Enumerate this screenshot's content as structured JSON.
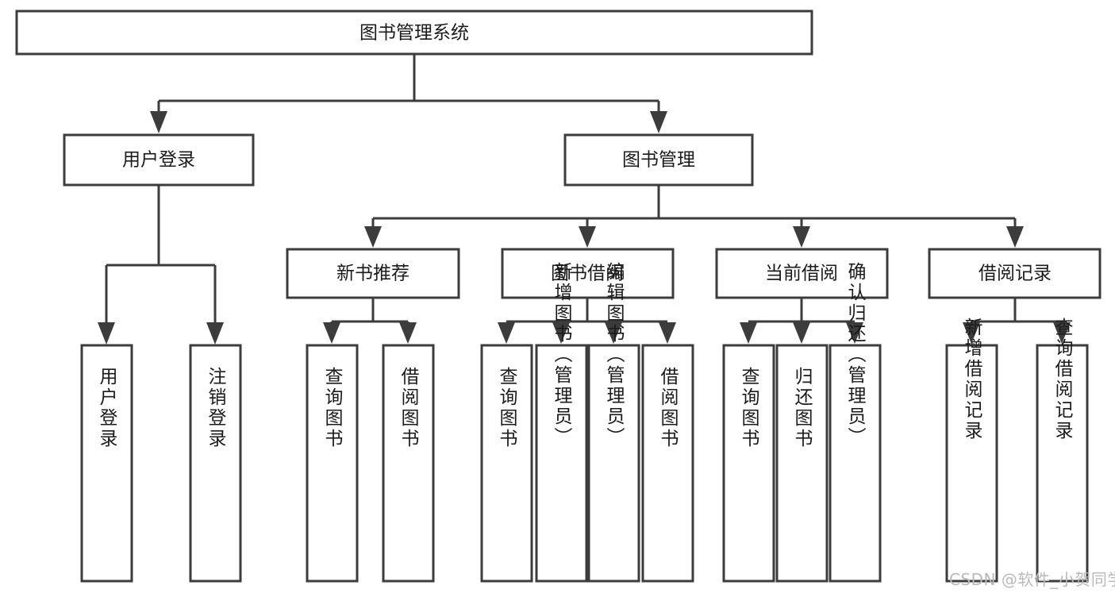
{
  "diagram": {
    "type": "tree-hierarchy-chart",
    "title": "图书管理系统",
    "orientation": "top-down",
    "colors": {
      "box_fill": "#ffffff",
      "box_stroke": "#3c3c3c",
      "text": "#1b1b1b",
      "background": "#ffffff",
      "watermark": "#b9b9b9"
    },
    "root": {
      "label": "图书管理系统"
    },
    "level2": [
      {
        "id": "user-login",
        "label": "用户登录"
      },
      {
        "id": "book-management",
        "label": "图书管理"
      }
    ],
    "level3": [
      {
        "id": "new-book-recommend",
        "label": "新书推荐",
        "parent": "book-management"
      },
      {
        "id": "book-borrow",
        "label": "图书借阅",
        "parent": "book-management"
      },
      {
        "id": "current-borrow",
        "label": "当前借阅",
        "parent": "book-management"
      },
      {
        "id": "borrow-record",
        "label": "借阅记录",
        "parent": "book-management"
      }
    ],
    "leaves": {
      "user-login": [
        {
          "id": "leaf-user-login",
          "label": "用户登录"
        },
        {
          "id": "leaf-user-logout",
          "label": "注销登录"
        }
      ],
      "new-book-recommend": [
        {
          "id": "leaf-query-book-1",
          "label": "查询图书"
        },
        {
          "id": "leaf-borrow-book-1",
          "label": "借阅图书"
        }
      ],
      "book-borrow": [
        {
          "id": "leaf-query-book-2",
          "label": "查询图书"
        },
        {
          "id": "leaf-add-book",
          "label": "新增图书（管理员）"
        },
        {
          "id": "leaf-edit-book",
          "label": "编辑图书（管理员）"
        },
        {
          "id": "leaf-borrow-book-2",
          "label": "借阅图书"
        }
      ],
      "current-borrow": [
        {
          "id": "leaf-query-book-3",
          "label": "查询图书"
        },
        {
          "id": "leaf-return-book",
          "label": "归还图书"
        },
        {
          "id": "leaf-confirm-return",
          "label": "确认归还（管理员）"
        }
      ],
      "borrow-record": [
        {
          "id": "leaf-add-record",
          "label": "新增借阅记录"
        },
        {
          "id": "leaf-query-record",
          "label": "查询借阅记录"
        }
      ]
    }
  },
  "watermark": {
    "text": "CSDN @软件_小贺同学"
  }
}
